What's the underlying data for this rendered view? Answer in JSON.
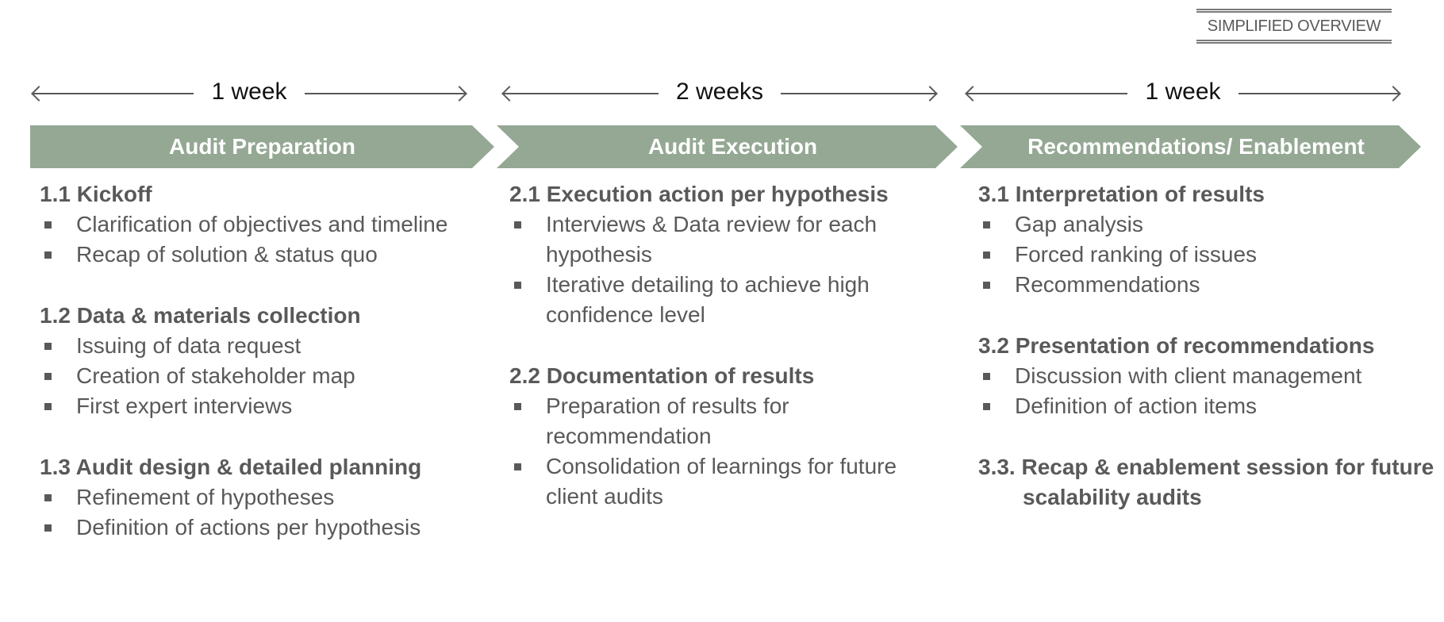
{
  "badge": "SIMPLIFIED OVERVIEW",
  "durations": [
    "1 week",
    "2 weeks",
    "1 week"
  ],
  "phases": [
    {
      "title": "Audit Preparation",
      "sections": [
        {
          "title": "1.1 Kickoff",
          "items": [
            "Clarification of objectives and timeline",
            "Recap of solution & status quo"
          ]
        },
        {
          "title": "1.2 Data & materials collection",
          "items": [
            "Issuing of data request",
            "Creation of stakeholder map",
            "First expert interviews"
          ]
        },
        {
          "title": "1.3 Audit design & detailed planning",
          "items": [
            "Refinement of hypotheses",
            "Definition of actions per hypothesis"
          ]
        }
      ]
    },
    {
      "title": "Audit Execution",
      "sections": [
        {
          "title": "2.1 Execution action per hypothesis",
          "items": [
            "Interviews & Data review for each hypothesis",
            "Iterative detailing to achieve high confidence level"
          ]
        },
        {
          "title": "2.2 Documentation of results",
          "items": [
            "Preparation of results for recommendation",
            "Consolidation of learnings for future client audits"
          ]
        }
      ]
    },
    {
      "title": "Recommendations/ Enablement",
      "sections": [
        {
          "title": "3.1 Interpretation of results",
          "items": [
            "Gap analysis",
            "Forced ranking of issues",
            "Recommendations"
          ]
        },
        {
          "title": "3.2 Presentation of recommendations",
          "items": [
            "Discussion with client management",
            "Definition of action items"
          ]
        },
        {
          "title": "3.3. Recap & enablement session for future scalability audits",
          "items": []
        }
      ]
    }
  ]
}
